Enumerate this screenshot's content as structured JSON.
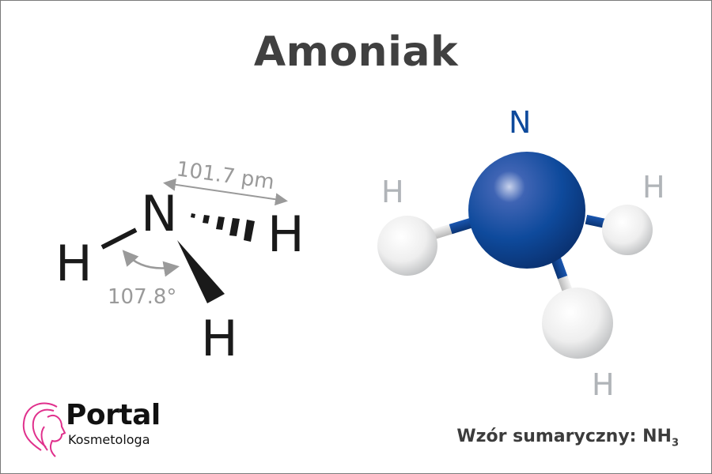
{
  "title": "Amoniak",
  "structural_formula": {
    "central_atom": "N",
    "hydrogens": [
      "H",
      "H",
      "H"
    ],
    "bond_length_label": "101.7 pm",
    "bond_angle_label": "107.8°",
    "text_color": "#1a1a1a",
    "annotation_color": "#9a9a9a"
  },
  "ball_and_stick_model": {
    "central_atom_label": "N",
    "hydrogen_labels": [
      "H",
      "H",
      "H"
    ],
    "nitrogen_color": "#0e4a9c",
    "hydrogen_color": "#eeeeee",
    "label_n_color": "#0e4a9c",
    "label_h_color": "#b0b4b8"
  },
  "logo": {
    "name": "Portal",
    "subtitle": "Kosmetologa",
    "accent_color": "#e0308c"
  },
  "formula": {
    "prefix": "Wzór sumaryczny: NH",
    "subscript": "3"
  }
}
